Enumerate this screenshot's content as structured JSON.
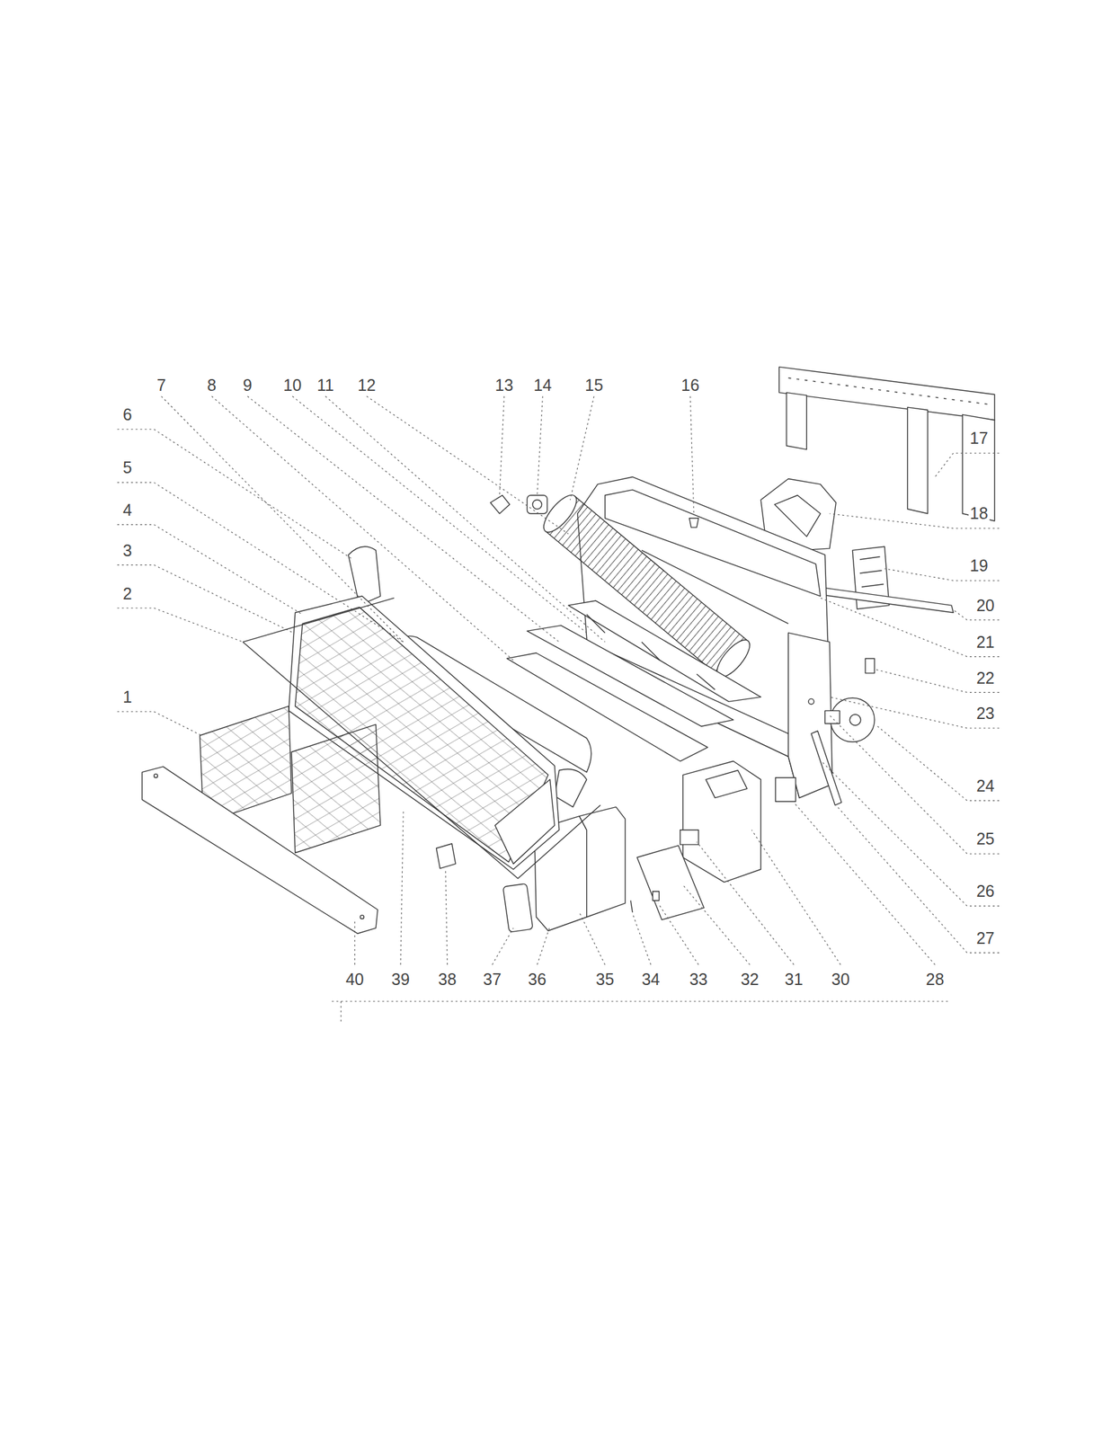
{
  "diagram": {
    "labels": [
      "7",
      "8",
      "9",
      "10",
      "11",
      "12",
      "13",
      "14",
      "15",
      "16",
      "6",
      "5",
      "4",
      "3",
      "2",
      "1",
      "17",
      "18",
      "19",
      "20",
      "21",
      "22",
      "23",
      "24",
      "25",
      "26",
      "27",
      "40",
      "39",
      "38",
      "37",
      "36",
      "35",
      "34",
      "33",
      "32",
      "31",
      "30",
      "28"
    ]
  }
}
